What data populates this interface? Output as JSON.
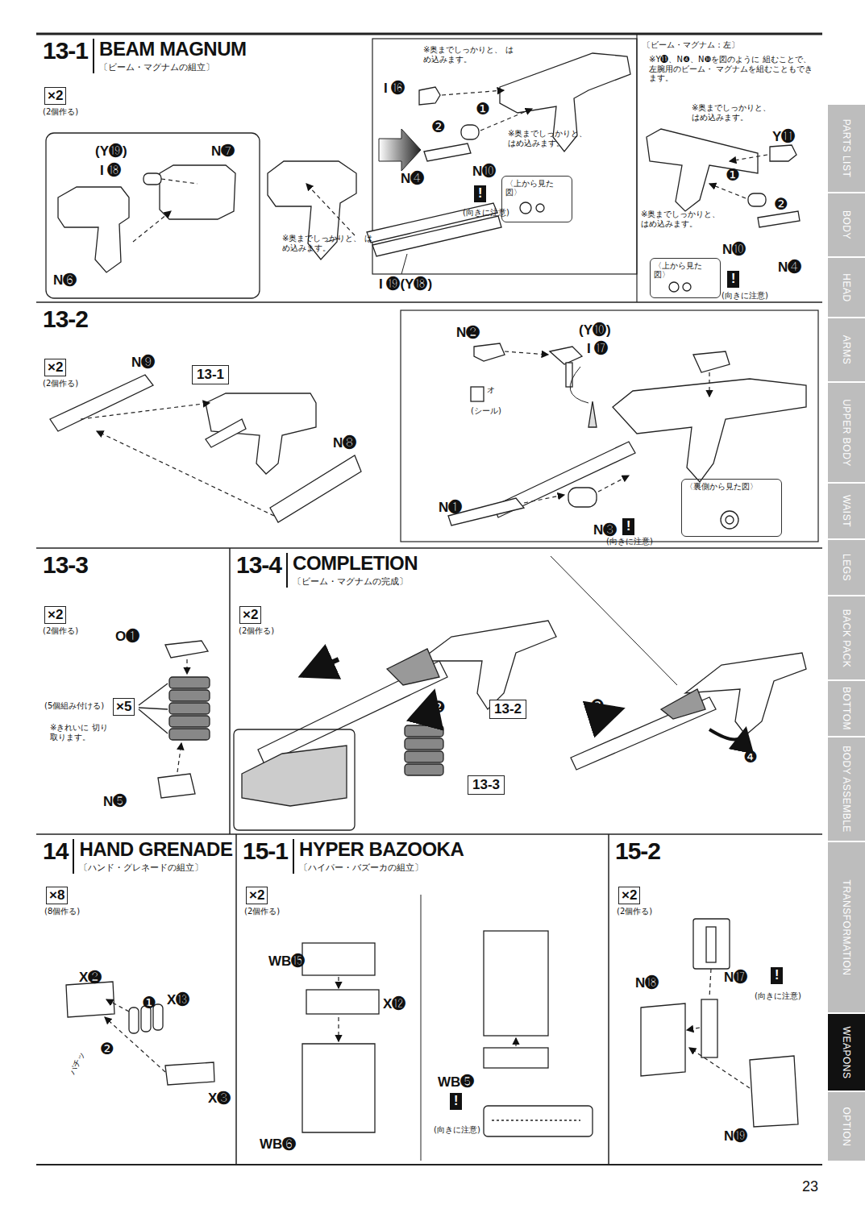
{
  "diagram": {
    "nodes": [
      {
        "text": [
          "13-1",
          "BEAM MAGNUM",
          "〔ビーム・マグナムの組立〕"
        ]
      },
      {
        "text": [
          "×2"
        ],
        "in": 0
      },
      {
        "text": [
          "!"
        ],
        "in": 0
      },
      {
        "text": [
          "〈上から見た図〉"
        ],
        "in": 0
      },
      {
        "text": [
          "〈上から見た図〉"
        ],
        "in": 0
      },
      {
        "text": [
          "!"
        ],
        "in": 0
      },
      {
        "text": [
          "13-2"
        ]
      },
      {
        "text": [
          "×2"
        ],
        "in": 6
      },
      {
        "text": [
          "13-1"
        ],
        "in": 6
      },
      {
        "text": [
          "!"
        ],
        "in": 6
      },
      {
        "text": [
          "〈裏側から見た図〉"
        ],
        "in": 6
      },
      {
        "text": [
          "13-3"
        ]
      },
      {
        "text": [
          "×2"
        ],
        "in": 11
      },
      {
        "text": [
          "×5"
        ],
        "in": 11
      },
      {
        "text": [
          "13-4",
          "COMPLETION",
          "〔ビーム・マグナムの完成〕"
        ]
      },
      {
        "text": [
          "×2"
        ],
        "in": 14
      },
      {
        "text": [
          "13-2"
        ],
        "in": 14
      },
      {
        "text": [
          "13-3"
        ],
        "in": 14
      },
      {
        "text": [
          "14",
          "HAND GRENADE",
          "〔ハンド・グレネードの組立〕"
        ]
      },
      {
        "text": [
          "×8"
        ],
        "in": 18
      },
      {
        "text": [
          "15-1",
          "HYPER BAZOOKA",
          "〔ハイパー・バズーカの組立〕"
        ]
      },
      {
        "text": [
          "×2"
        ],
        "in": 20
      },
      {
        "text": [
          "!"
        ],
        "in": 20
      },
      {
        "text": [
          "15-2"
        ]
      },
      {
        "text": [
          "×2"
        ],
        "in": 23
      },
      {
        "text": [
          "!"
        ],
        "in": 23
      },
      {
        "text": [
          "PARTS LIST"
        ]
      },
      {
        "text": [
          "BODY"
        ]
      },
      {
        "text": [
          "HEAD"
        ]
      },
      {
        "text": [
          "ARMS"
        ]
      },
      {
        "text": [
          "UPPER BODY"
        ]
      },
      {
        "text": [
          "WAIST"
        ]
      },
      {
        "text": [
          "LEGS"
        ]
      },
      {
        "text": [
          "BACK PACK"
        ]
      },
      {
        "text": [
          "BOTTOM"
        ]
      },
      {
        "text": [
          "BODY ASSEMBLE"
        ]
      },
      {
        "text": [
          "TRANSFORMATION"
        ]
      },
      {
        "text": [
          "WEAPONS"
        ]
      },
      {
        "text": [
          "OPTION"
        ]
      }
    ],
    "labels": [
      "(2個作る)",
      "(Y⓳)",
      "I ⓲",
      "N❼",
      "N❻",
      "※奥までしっかりと、 はめ込みます。",
      "I ⓳(Y⓲)",
      "※奥までしっかりと、 はめ込みます。",
      "I ⓰",
      "❶",
      "❷",
      "※奥までしっかりと、 はめ込みます。",
      "N❹",
      "N❿",
      "(向きに注意)",
      "〔ビーム・マグナム：左〕",
      "※Y⓫、N❹、N❿を図のように 組むことで、左腕用のビーム・ マグナムを組むこともできます。",
      "※奥までしっかりと、 はめ込みます。",
      "Y⓫",
      "❶",
      "❷",
      "※奥までしっかりと、 はめ込みます。",
      "N❿",
      "N❹",
      "(向きに注意)",
      "(2個作る)",
      "N❾",
      "N❽",
      "N❷",
      "(Y❿)",
      "I ⓱",
      "オ",
      "(シール)",
      "N❶",
      "N❸",
      "(向きに注意)",
      "(2個作る)",
      "O❶",
      "(5個組み付ける)",
      "※きれいに 切り取ります。",
      "N❺",
      "(2個作る)",
      "❶",
      "❷",
      "❸",
      "❹",
      "(8個作る)",
      "X❷",
      "❶",
      "X⓭",
      "❷",
      "パチッ",
      "X❸",
      "(2個作る)",
      "WB⓯",
      "X⓬",
      "WB❻",
      "WB❺",
      "(向きに注意)",
      "(2個作る)",
      "N⓲",
      "N⓱",
      "(向きに注意)",
      "N⓳",
      "23"
    ]
  }
}
